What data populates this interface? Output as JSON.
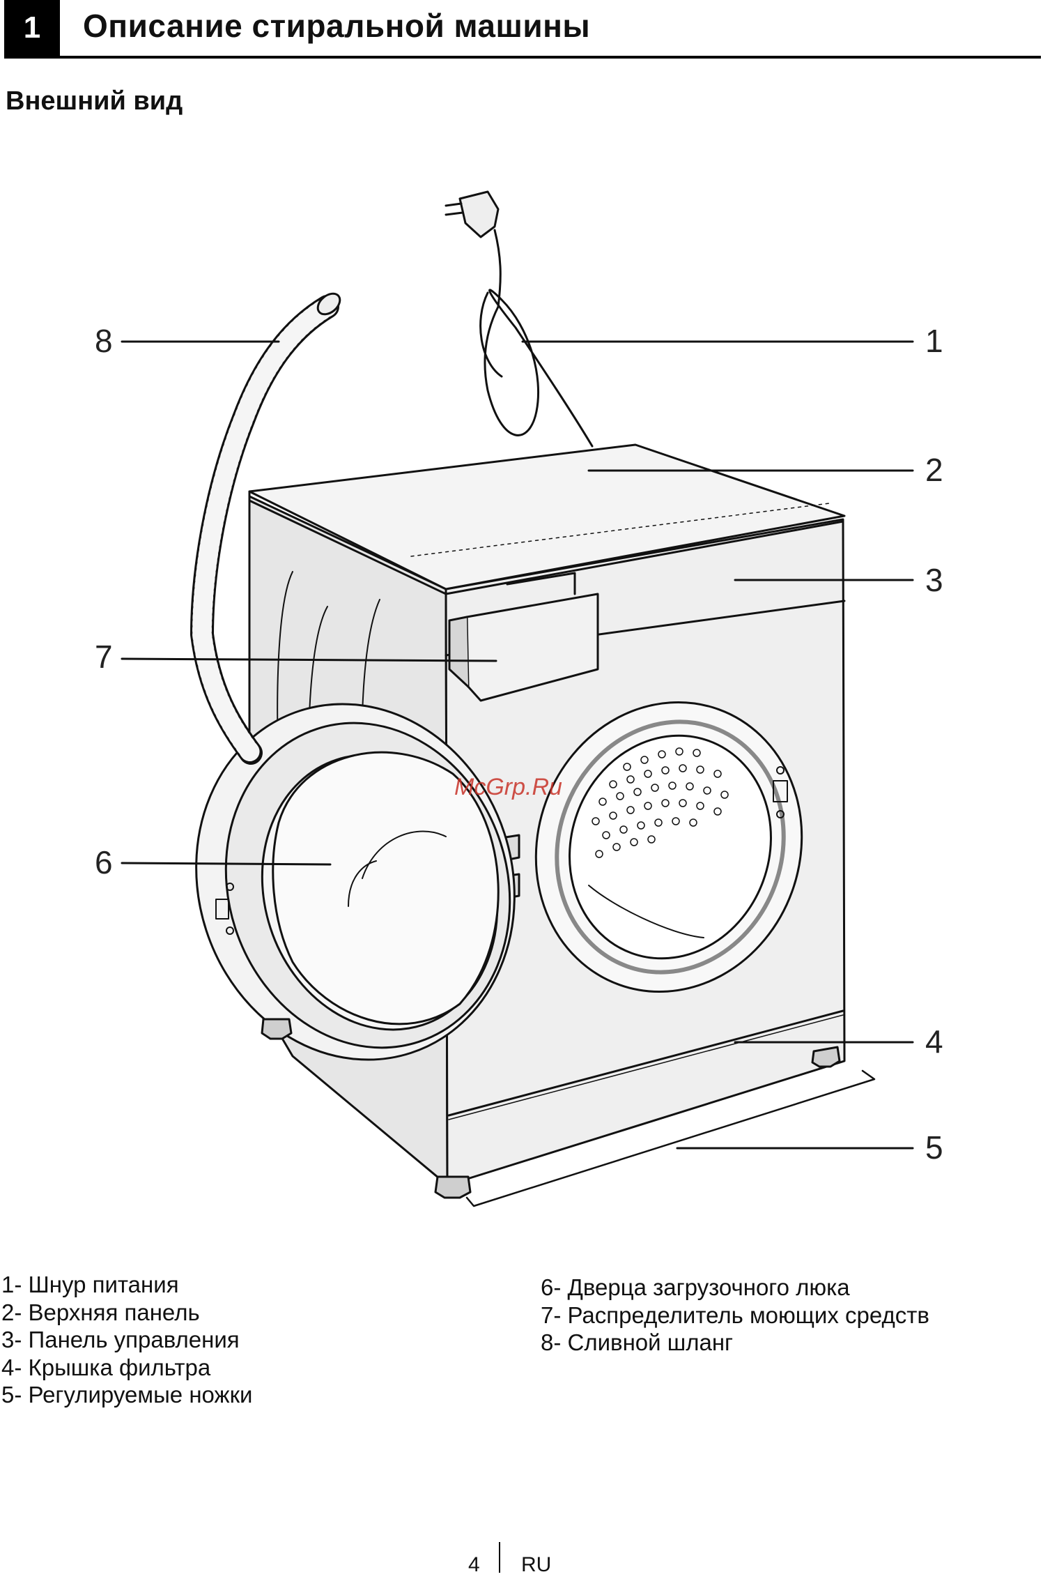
{
  "header": {
    "chapter_number": "1",
    "title": "Описание стиральной машины"
  },
  "section": {
    "subtitle": "Внешний вид"
  },
  "callouts": [
    "1",
    "2",
    "3",
    "4",
    "5",
    "6",
    "7",
    "8"
  ],
  "legend": {
    "left": [
      "1- Шнур питания",
      "2- Верхняя панель",
      "3- Панель управления",
      "4- Крышка фильтра",
      "5- Регулируемые ножки"
    ],
    "right": [
      "6- Дверца загрузочного люка",
      "7- Распределитель моющих средств",
      "8- Сливной шланг"
    ]
  },
  "watermark": "McGrp.Ru",
  "footer": {
    "page_number": "4",
    "language": "RU"
  }
}
